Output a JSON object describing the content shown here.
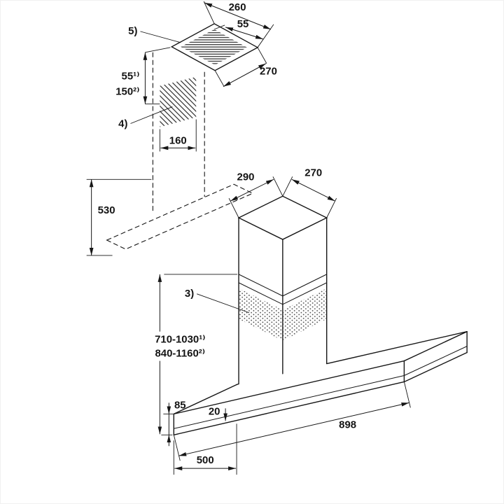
{
  "page": {
    "background": "#ffffff",
    "line_color": "#161616"
  },
  "labels": {
    "note_5": "5)",
    "dim_260": "260",
    "dim_55": "55",
    "dim_270_plate": "270",
    "dim_55_note1": "55¹⁾",
    "dim_150_note2": "150²⁾",
    "note_4": "4)",
    "dim_160": "160",
    "dim_530": "530",
    "dim_290": "290",
    "dim_270_chimney": "270",
    "note_3": "3)",
    "dim_height_note1": "710-1030¹⁾",
    "dim_height_note2": "840-1160²⁾",
    "dim_85": "85",
    "dim_20": "20",
    "dim_898": "898",
    "dim_500": "500"
  }
}
